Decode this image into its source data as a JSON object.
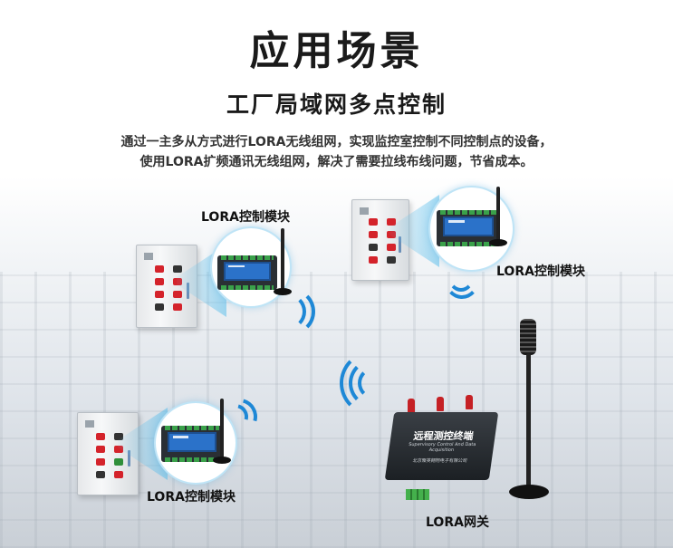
{
  "header": {
    "title": "应用场景",
    "subtitle": "工厂局域网多点控制",
    "description_line1": "通过一主多从方式进行LORA无线组网，实现监控室控制不同控制点的设备，",
    "description_line2": "使用LORA扩频通讯无线组网，解决了需要拉线布线问题，节省成本。"
  },
  "nodes": [
    {
      "label": "LORA控制模块"
    },
    {
      "label": "LORA控制模块"
    },
    {
      "label": "LORA控制模块"
    }
  ],
  "gateway": {
    "label": "LORA网关",
    "device_title": "远程测控终端",
    "device_subtitle": "Supervisory Control And Data Acquisition",
    "device_footer": "北京聚英翱翔电子有限公司"
  },
  "colors": {
    "wave": "#1e88d6",
    "beam": "#5abeeb",
    "module_screen": "#2b72c9",
    "button_red": "#d4232b",
    "button_green": "#2f8f3a"
  },
  "icons": [
    "cabinet-icon",
    "control-module-icon",
    "antenna-icon",
    "wireless-wave-icon",
    "gateway-icon"
  ]
}
